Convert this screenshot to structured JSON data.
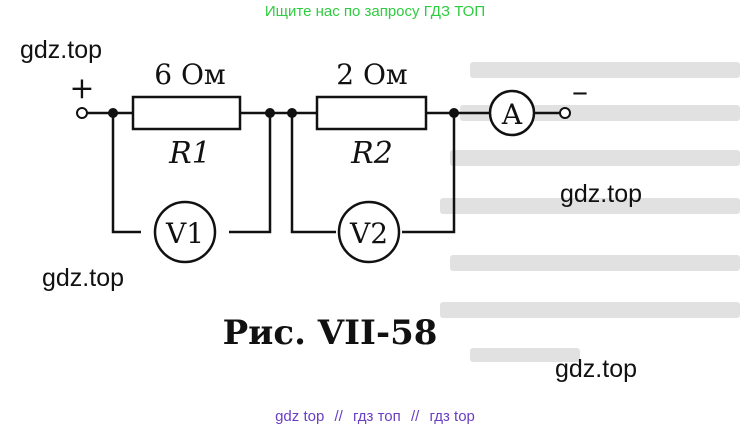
{
  "banner_top": "Ищите нас по запросу ГДЗ ТОП",
  "watermarks": [
    "gdz.top",
    "gdz.top",
    "gdz.top",
    "gdz.top"
  ],
  "banner_bottom": [
    "gdz top",
    "гдз топ",
    "гдз top"
  ],
  "banner_sep": "//",
  "circuit": {
    "plus": "+",
    "minus": "–",
    "r1_value": "6 Ом",
    "r1_label": "R1",
    "r2_value": "2 Ом",
    "r2_label": "R2",
    "ammeter": "A",
    "voltmeter1": "V1",
    "voltmeter2": "V2"
  },
  "caption": "Рис. VII-58",
  "colors": {
    "banner_top": "#2ecc40",
    "banner_bottom": "#6a3fc4",
    "ink": "#111111"
  }
}
